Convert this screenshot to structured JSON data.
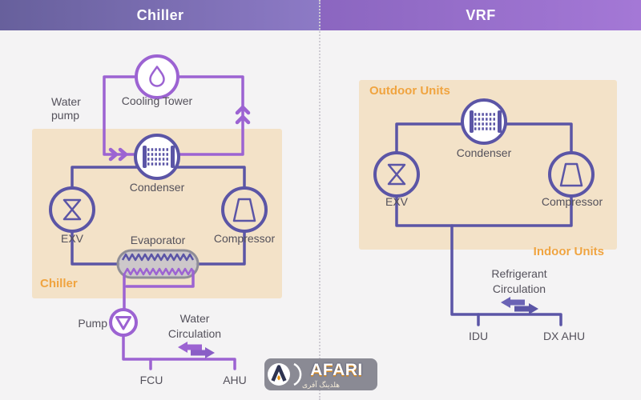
{
  "colors": {
    "bg": "#f4f3f4",
    "header_left_start": "#67609c",
    "header_left_end": "#8d7ac6",
    "header_right_start": "#8b66c0",
    "header_right_end": "#a478d6",
    "tan": "#f3e2c8",
    "indigo": "#5b55a6",
    "indigo_light": "#6a63b5",
    "purple": "#9c63d2",
    "purple_dark": "#8a5ec6",
    "orange": "#f0a440",
    "text": "#54515b",
    "evap_fill": "#c6c3ca",
    "evap_stroke": "#8f8d97",
    "divider": "#cfccd3",
    "badge": "#8a8a94",
    "navy": "#2e3350",
    "flame_orange": "#e8920f"
  },
  "headers": {
    "left": "Chiller",
    "right": "VRF"
  },
  "chiller": {
    "cooling_tower": "Cooling Tower",
    "water_pump": "Water\npump",
    "condenser": "Condenser",
    "exv": "EXV",
    "evaporator": "Evaporator",
    "compressor": "Compressor",
    "box_label": "Chiller",
    "pump": "Pump",
    "water_circulation": "Water\nCirculation",
    "fcu": "FCU",
    "ahu": "AHU"
  },
  "vrf": {
    "outdoor_units": "Outdoor Units",
    "condenser": "Condenser",
    "exv": "EXV",
    "compressor": "Compressor",
    "indoor_units": "Indoor Units",
    "refrigerant_circulation": "Refrigerant\nCirculation",
    "idu": "IDU",
    "dx_ahu": "DX AHU"
  },
  "logo": {
    "name": "AFARI",
    "subtitle": "هلدینگ آفری"
  },
  "icons": {
    "cooling_tower": "water-drop-icon",
    "condenser": "coil-icon",
    "exv": "hourglass-valve-icon",
    "compressor": "trapezoid-icon",
    "pump": "triangle-down-icon",
    "circulation": "double-arrow-icon",
    "logo": "afari-emblem-icon"
  }
}
